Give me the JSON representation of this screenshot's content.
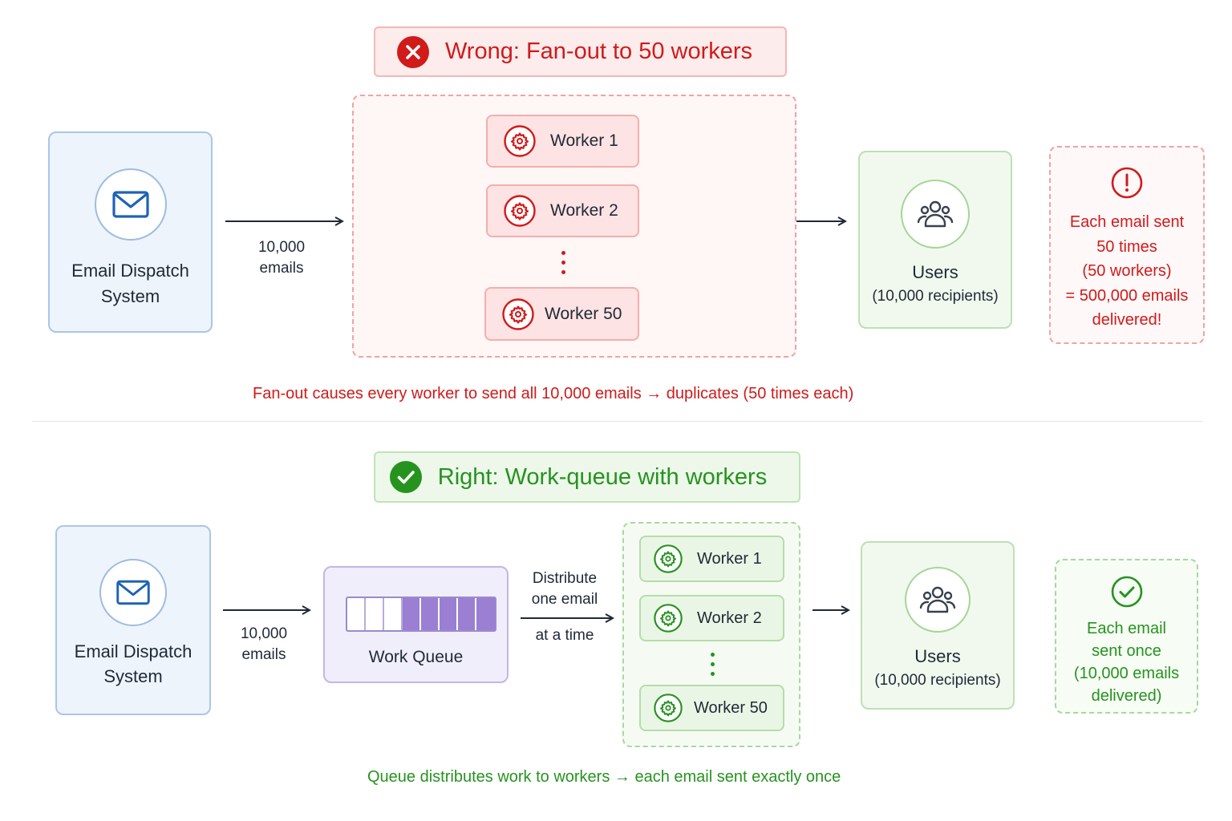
{
  "wrong": {
    "title": "Wrong: Fan-out to 50 workers",
    "source": {
      "line1": "Email Dispatch",
      "line2": "System"
    },
    "edge_label": {
      "line1": "10,000",
      "line2": "emails"
    },
    "workers": [
      "Worker 1",
      "Worker 2",
      "Worker 50"
    ],
    "users": {
      "name": "Users",
      "sub": "(10,000 recipients)"
    },
    "note": [
      "Each email sent",
      "50 times",
      "(50 workers)",
      "= 500,000 emails",
      "delivered!"
    ],
    "caption": "Fan-out causes every worker to send all 10,000 emails → duplicates (50 times each)",
    "color": "#d11a1a"
  },
  "right": {
    "title": "Right: Work-queue with workers",
    "source": {
      "line1": "Email Dispatch",
      "line2": "System"
    },
    "edge_label": {
      "line1": "10,000",
      "line2": "emails"
    },
    "queue": {
      "label": "Work Queue",
      "empty_slots": 3,
      "filled_slots": 5
    },
    "distribute_label": {
      "line1": "Distribute",
      "line2": "one email",
      "line3": "at a time"
    },
    "workers": [
      "Worker 1",
      "Worker 2",
      "Worker 50"
    ],
    "users": {
      "name": "Users",
      "sub": "(10,000 recipients)"
    },
    "note": [
      "Each email",
      "sent once",
      "(10,000 emails",
      "delivered)"
    ],
    "caption": "Queue distributes work to workers → each email sent exactly once",
    "color": "#26931f"
  },
  "icons": {
    "title_wrong": "x-circle-icon",
    "title_right": "check-circle-icon",
    "source": "mail-icon",
    "worker": "gear-icon",
    "users": "users-icon",
    "note_wrong": "exclamation-circle-icon",
    "note_right": "check-circle-outline-icon"
  }
}
